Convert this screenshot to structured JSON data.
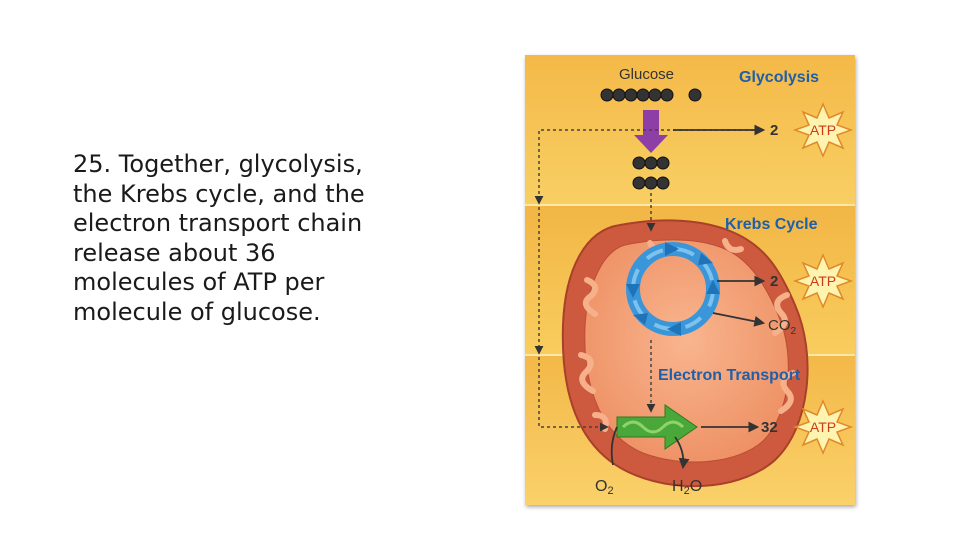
{
  "slide": {
    "lines": [
      "25. Together, glycolysis,",
      "the Krebs cycle, and the",
      "electron transport chain",
      "release about 36",
      "molecules of ATP per",
      "molecule of glucose."
    ]
  },
  "diagram": {
    "glucose_label": "Glucose",
    "stages": {
      "glycolysis": "Glycolysis",
      "krebs": "Krebs Cycle",
      "electron_transport": "Electron Transport"
    },
    "outputs": {
      "glycolysis_count": "2",
      "krebs_count": "2",
      "et_count": "32",
      "atp_label": "ATP",
      "co2_label": "CO",
      "co2_sub": "2"
    },
    "inputs": {
      "o2_label": "O",
      "o2_sub": "2",
      "h2o_h": "H",
      "h2o_sub": "2",
      "h2o_o": "O"
    },
    "colors": {
      "bg_top": "#f7c453",
      "bg_mid": "#f6c64f",
      "bg_bottom": "#f8cc5b",
      "mito_outer": "#cf5b3f",
      "mito_inner": "#f3a27a",
      "cycle_blue": "#3a96d8",
      "arrow_purple": "#8e3fa6",
      "arrow_green": "#4aa83a"
    }
  }
}
